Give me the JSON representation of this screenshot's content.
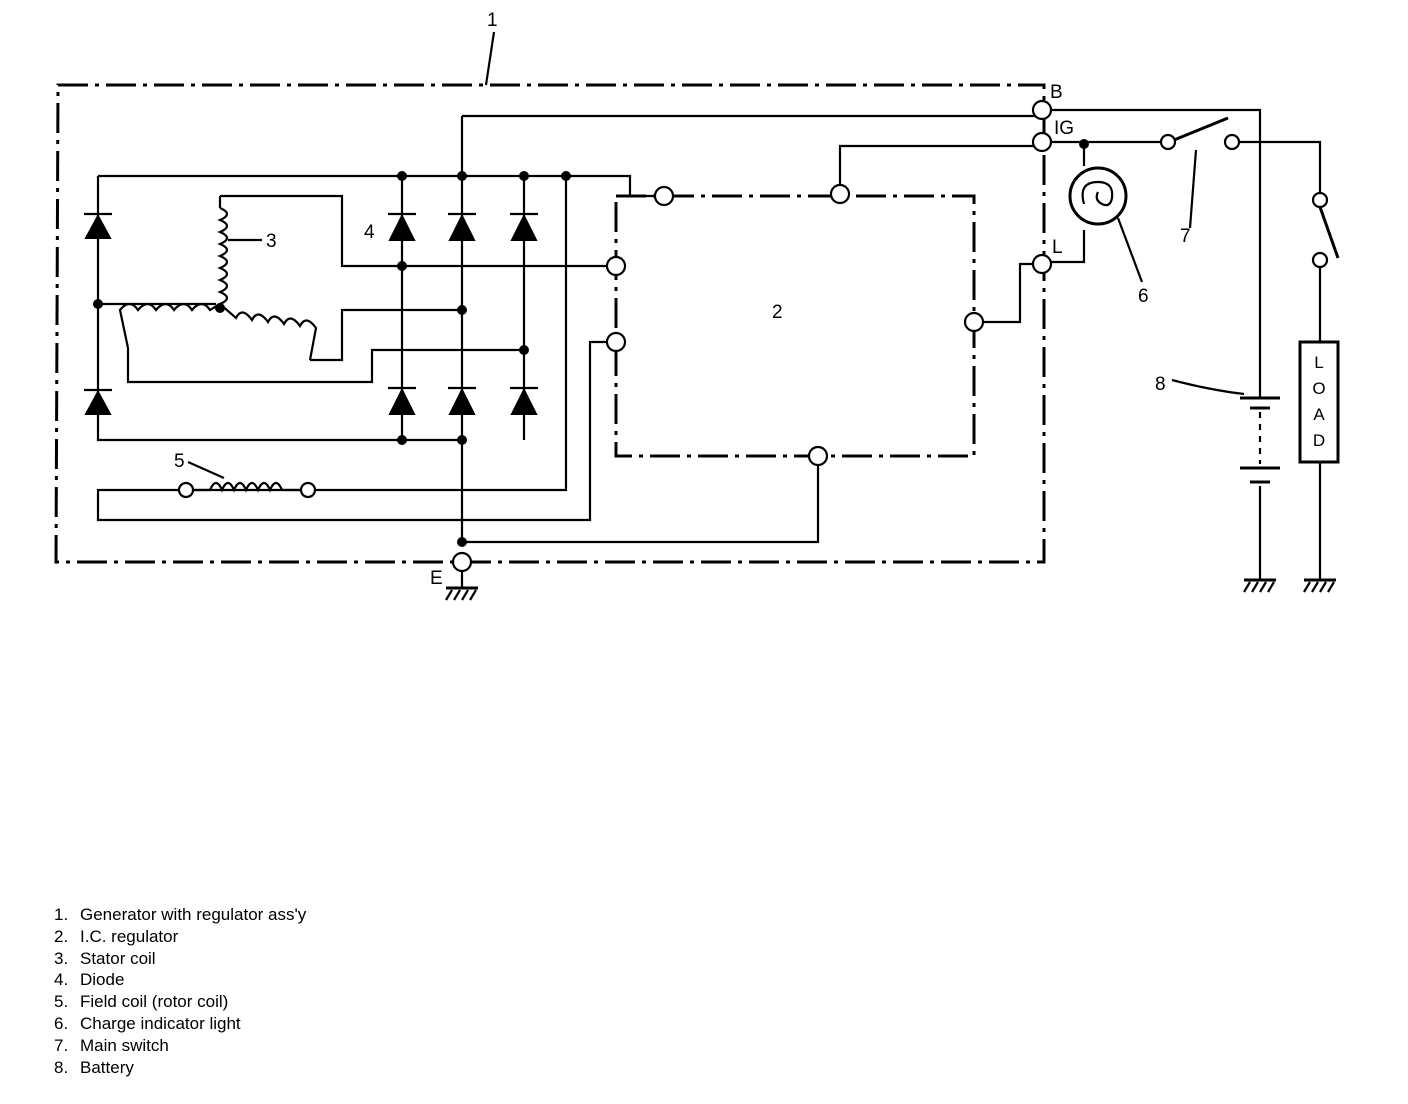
{
  "diagram": {
    "callouts": {
      "c1": "1",
      "c2": "2",
      "c3": "3",
      "c4": "4",
      "c5": "5",
      "c6": "6",
      "c7": "7",
      "c8": "8"
    },
    "terminals": {
      "b": "B",
      "ig": "IG",
      "l": "L",
      "e": "E"
    },
    "load_letters": [
      "L",
      "O",
      "A",
      "D"
    ]
  },
  "legend": [
    {
      "num": "1.",
      "text": "Generator with regulator ass'y"
    },
    {
      "num": "2.",
      "text": "I.C. regulator"
    },
    {
      "num": "3.",
      "text": "Stator coil"
    },
    {
      "num": "4.",
      "text": "Diode"
    },
    {
      "num": "5.",
      "text": "Field coil (rotor coil)"
    },
    {
      "num": "6.",
      "text": "Charge indicator light"
    },
    {
      "num": "7.",
      "text": "Main switch"
    },
    {
      "num": "8.",
      "text": "Battery"
    }
  ]
}
